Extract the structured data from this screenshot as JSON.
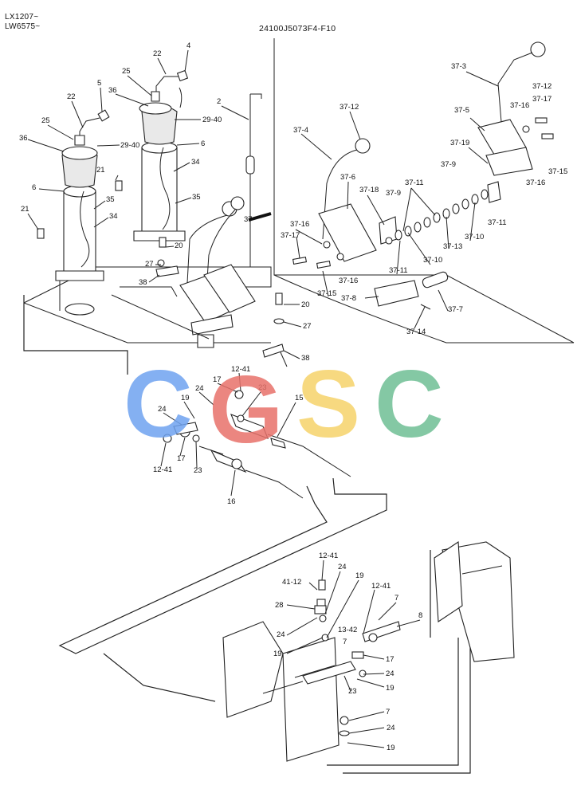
{
  "header": {
    "model_line_1": "LX1207~",
    "model_line_2": "LW6575~",
    "drawing_code": "24100J5073F4-F10"
  },
  "watermark": {
    "letters": [
      "C",
      "G",
      "S",
      "C"
    ],
    "colors": [
      "#6fa3f0",
      "#e8726b",
      "#f6d36a",
      "#6fbf95"
    ]
  },
  "callouts": {
    "c_4": "4",
    "c_22a": "22",
    "c_5": "5",
    "c_25a": "25",
    "c_36a": "36",
    "c_22b": "22",
    "c_25b": "25",
    "c_29_40a": "29-40",
    "c_36b": "36",
    "c_29_40b": "29-40",
    "c_6a": "6",
    "c_2": "2",
    "c_34a": "34",
    "c_21a": "21",
    "c_6b": "6",
    "c_35a": "35",
    "c_35b": "35",
    "c_34b": "34",
    "c_21b": "21",
    "c_37": "37",
    "c_20a": "20",
    "c_27a": "27",
    "c_38a": "38",
    "c_20b": "20",
    "c_27b": "27",
    "c_38b": "38",
    "c_37_3": "37-3",
    "c_37_12a": "37-12",
    "c_37_5": "37-5",
    "c_37_16a": "37-16",
    "c_37_17a": "37-17",
    "c_37_12b": "37-12",
    "c_37_4": "37-4",
    "c_37_19": "37-19",
    "c_37_15a": "37-15",
    "c_37_16b": "37-16",
    "c_37_9a": "37-9",
    "c_37_6": "37-6",
    "c_37_11a": "37-11",
    "c_37_18": "37-18",
    "c_37_9b": "37-9",
    "c_37_11b": "37-11",
    "c_37_16c": "37-16",
    "c_37_17b": "37-17",
    "c_37_13": "37-13",
    "c_37_10a": "37-10",
    "c_37_11c": "37-11",
    "c_37_10b": "37-10",
    "c_37_15b": "37-15",
    "c_37_16d": "37-16",
    "c_37_8": "37-8",
    "c_37_7": "37-7",
    "c_37_14": "37-14",
    "c_17a": "17",
    "c_12_41a": "12-41",
    "c_24a": "24",
    "c_23a": "23",
    "c_15": "15",
    "c_19a": "19",
    "c_24b": "24",
    "c_12_41b": "12-41",
    "c_17b": "17",
    "c_23b": "23",
    "c_16": "16",
    "c_12_41c": "12-41",
    "c_24c": "24",
    "c_41_12": "41-12",
    "c_19b": "19",
    "c_12_41d": "12-41",
    "c_7a": "7",
    "c_28": "28",
    "c_8": "8",
    "c_24d": "24",
    "c_13_42": "13-42",
    "c_7b": "7",
    "c_19c": "19",
    "c_17c": "17",
    "c_24e": "24",
    "c_19d": "19",
    "c_23c": "23",
    "c_7c": "7",
    "c_24f": "24",
    "c_19e": "19"
  }
}
